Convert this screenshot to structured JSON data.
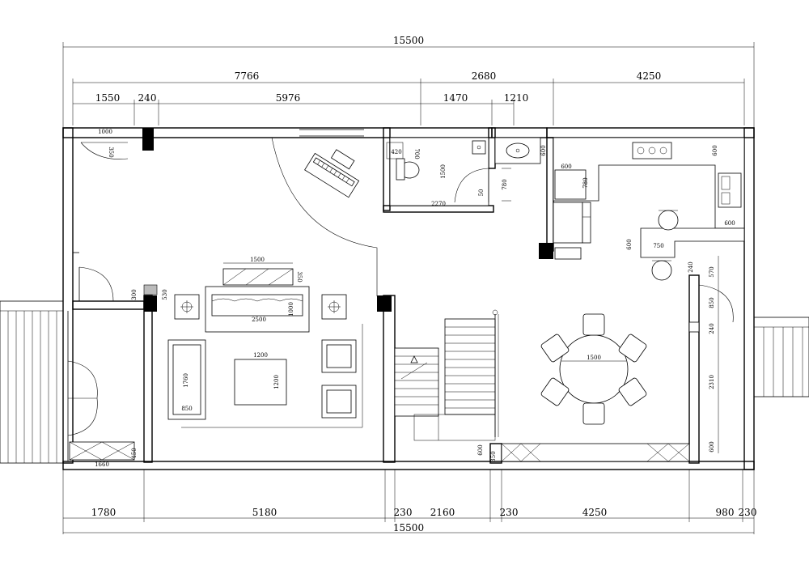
{
  "dimensions": {
    "top_total": "15500",
    "top_row2": [
      "7766",
      "2680",
      "4250"
    ],
    "top_row3": [
      "1550",
      "240",
      "5976",
      "1470",
      "1210"
    ],
    "bottom_row": [
      "1780",
      "5180",
      "230",
      "2160",
      "230",
      "4250",
      "980",
      "230"
    ],
    "bottom_total": "15500"
  },
  "labels": {
    "wardrobe_top": "1000",
    "wardrobe_depth": "350",
    "toilet_a": "420",
    "toilet_b": "700",
    "bath_h": "1500",
    "bath_w": "2270",
    "bath_small": "50",
    "kitchen_a": "600",
    "kitchen_b": "600",
    "kitchen_c": "780",
    "kitchen_d": "780",
    "kitchen_e": "600",
    "kitchen_f": "600",
    "kitchen_g": "600",
    "kitchen_h": "750",
    "kitchen_i": "600",
    "wall_240": "240",
    "right_570": "570",
    "right_850": "850",
    "right_240b": "240",
    "right_2310": "2310",
    "right_600": "600",
    "cabinet_1500": "1500",
    "cabinet_350": "350",
    "sofa_2500": "2500",
    "sofa_1000": "1000",
    "table_1200w": "1200",
    "table_1200h": "1200",
    "chaise_1760": "1760",
    "chaise_850": "850",
    "side_300": "300",
    "side_530": "530",
    "dining_1500": "1500",
    "stair_600": "600",
    "stair_350": "350",
    "storage_1660": "1660",
    "storage_450": "450"
  }
}
